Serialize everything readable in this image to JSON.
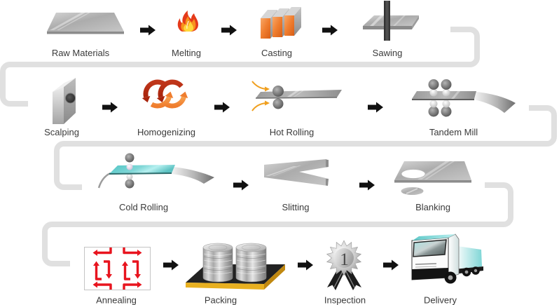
{
  "diagram": {
    "steps": [
      {
        "label": "Raw Materials",
        "icon": "metal-plate-icon"
      },
      {
        "label": "Melting",
        "icon": "fire-icon"
      },
      {
        "label": "Casting",
        "icon": "cast-ingots-icon"
      },
      {
        "label": "Sawing",
        "icon": "saw-blade-plate-icon"
      },
      {
        "label": "Scalping",
        "icon": "scalped-slab-icon"
      },
      {
        "label": "Homogenizing",
        "icon": "circular-arrows-icon"
      },
      {
        "label": "Hot Rolling",
        "icon": "hot-rolling-mill-icon"
      },
      {
        "label": "Tandem Mill",
        "icon": "tandem-rolling-mill-icon"
      },
      {
        "label": "Cold Rolling",
        "icon": "cold-rolling-mill-icon"
      },
      {
        "label": "Slitting",
        "icon": "slit-strip-icon"
      },
      {
        "label": "Blanking",
        "icon": "blanked-disc-plate-icon"
      },
      {
        "label": "Annealing",
        "icon": "annealing-arrows-icon"
      },
      {
        "label": "Packing",
        "icon": "pallet-coils-icon"
      },
      {
        "label": "Inspection",
        "icon": "award-rosette-icon",
        "badge_text": "1"
      },
      {
        "label": "Delivery",
        "icon": "delivery-truck-icon"
      }
    ],
    "edges": [
      {
        "from": 0,
        "to": 1,
        "style": "arrow"
      },
      {
        "from": 1,
        "to": 2,
        "style": "arrow"
      },
      {
        "from": 2,
        "to": 3,
        "style": "arrow"
      },
      {
        "from": 3,
        "to": 4,
        "style": "connector"
      },
      {
        "from": 4,
        "to": 5,
        "style": "arrow"
      },
      {
        "from": 5,
        "to": 6,
        "style": "arrow"
      },
      {
        "from": 6,
        "to": 7,
        "style": "arrow"
      },
      {
        "from": 7,
        "to": 8,
        "style": "connector"
      },
      {
        "from": 8,
        "to": 9,
        "style": "arrow"
      },
      {
        "from": 9,
        "to": 10,
        "style": "arrow"
      },
      {
        "from": 10,
        "to": 11,
        "style": "connector"
      },
      {
        "from": 11,
        "to": 12,
        "style": "arrow"
      },
      {
        "from": 12,
        "to": 13,
        "style": "arrow"
      },
      {
        "from": 13,
        "to": 14,
        "style": "arrow"
      }
    ]
  },
  "colors": {
    "background": "#ffffff",
    "label_text": "#3a3a3a",
    "flow_arrow": "#111111",
    "connector": "#e0e0e0",
    "orange_accent": "#ef7d2e",
    "maroon_accent": "#a8240c",
    "flame_red": "#e53a1a",
    "heat_arrow": "#f0a020",
    "teal_accent": "#7fd6d6",
    "pallet_yellow": "#e8b020",
    "annealing_red": "#e8141e"
  }
}
